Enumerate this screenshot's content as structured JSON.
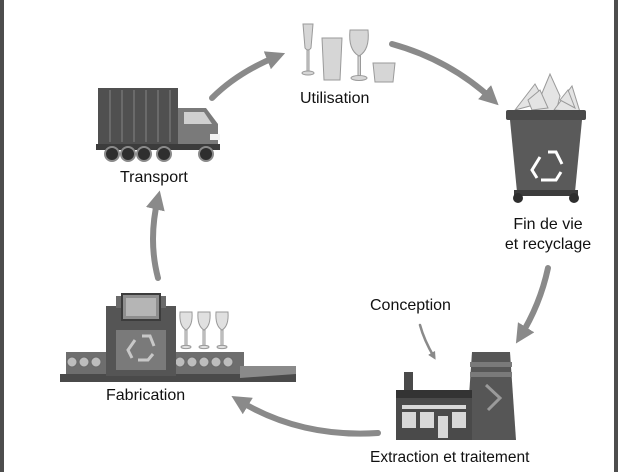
{
  "diagram": {
    "stages": {
      "utilisation": {
        "label": "Utilisation"
      },
      "fin_de_vie": {
        "label_line1": "Fin de vie",
        "label_line2": "et recyclage"
      },
      "conception": {
        "label": "Conception"
      },
      "extraction": {
        "label": "Extraction et traitement"
      },
      "fabrication": {
        "label": "Fabrication"
      },
      "transport": {
        "label": "Transport"
      }
    },
    "colors": {
      "arrow": "#8a8a8a",
      "bin": "#5a5a5a",
      "factory": "#4a4a4a",
      "glass": "#cfcfcf",
      "frame": "#4d4d4d"
    }
  }
}
